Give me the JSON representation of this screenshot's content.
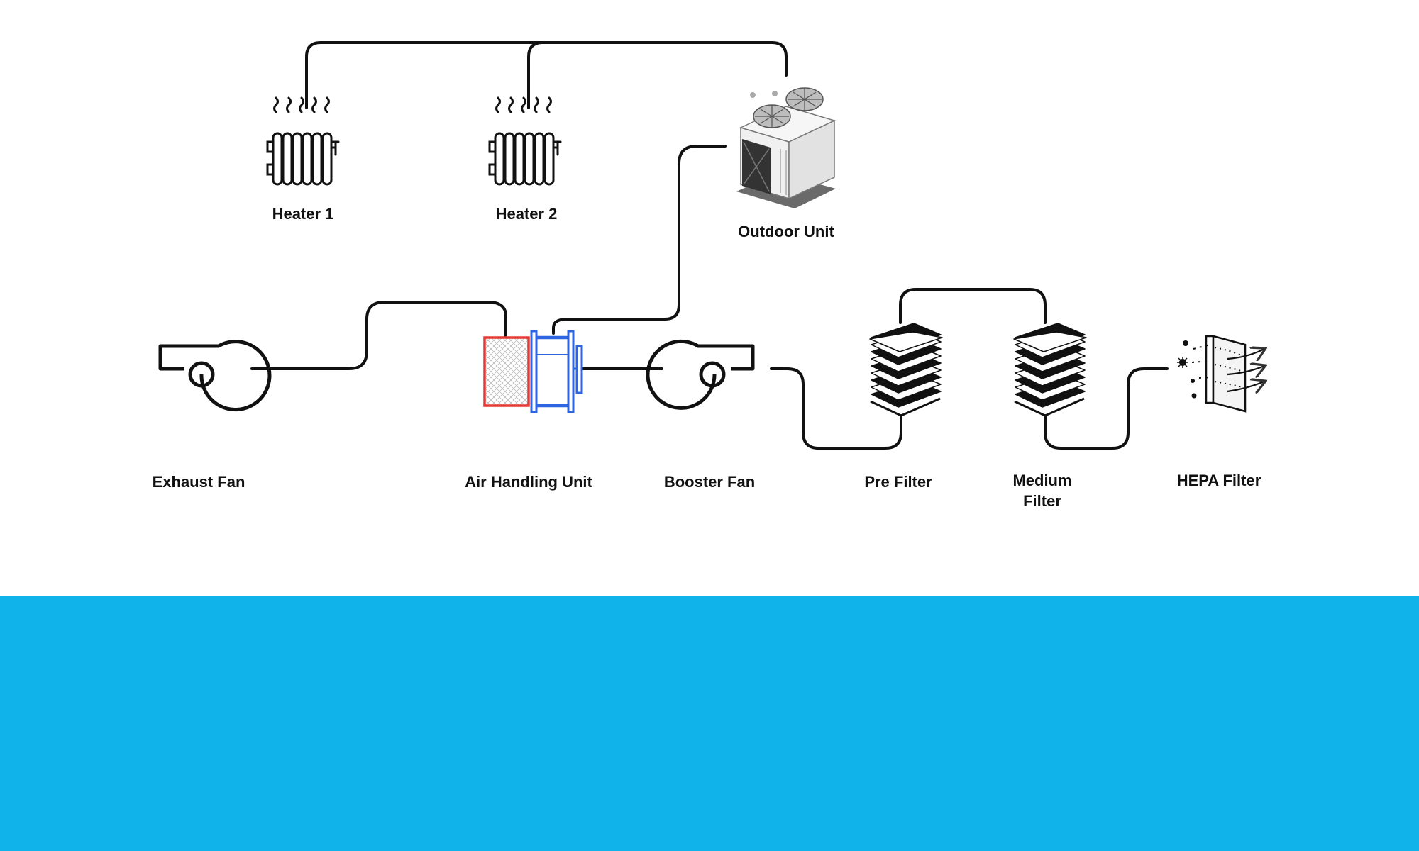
{
  "colors": {
    "background": "#ffffff",
    "footer_band": "#10b4ea",
    "pipe": "#111111",
    "ahu_filter": "#e53935",
    "ahu_coil": "#2f66e0"
  },
  "components": {
    "heater_1": {
      "label": "Heater 1",
      "icon": "radiator-icon"
    },
    "heater_2": {
      "label": "Heater 2",
      "icon": "radiator-icon"
    },
    "outdoor_unit": {
      "label": "Outdoor Unit",
      "icon": "outdoor-condenser-unit-icon"
    },
    "exhaust_fan": {
      "label": "Exhaust Fan",
      "icon": "centrifugal-fan-icon"
    },
    "air_handling_unit": {
      "label": "Air Handling Unit",
      "icon": "air-handling-unit-icon"
    },
    "booster_fan": {
      "label": "Booster Fan",
      "icon": "centrifugal-fan-icon"
    },
    "pre_filter": {
      "label": "Pre Filter",
      "icon": "pleated-filter-icon"
    },
    "medium_filter": {
      "label": "Medium Filter",
      "icon": "pleated-filter-icon"
    },
    "hepa_filter": {
      "label": "HEPA Filter",
      "icon": "hepa-filter-icon"
    }
  },
  "connections": [
    [
      "heater_1",
      "outdoor_unit"
    ],
    [
      "heater_2",
      "outdoor_unit"
    ],
    [
      "outdoor_unit",
      "air_handling_unit"
    ],
    [
      "exhaust_fan",
      "air_handling_unit"
    ],
    [
      "air_handling_unit",
      "booster_fan"
    ],
    [
      "booster_fan",
      "pre_filter"
    ],
    [
      "pre_filter",
      "medium_filter"
    ],
    [
      "medium_filter",
      "hepa_filter"
    ]
  ]
}
